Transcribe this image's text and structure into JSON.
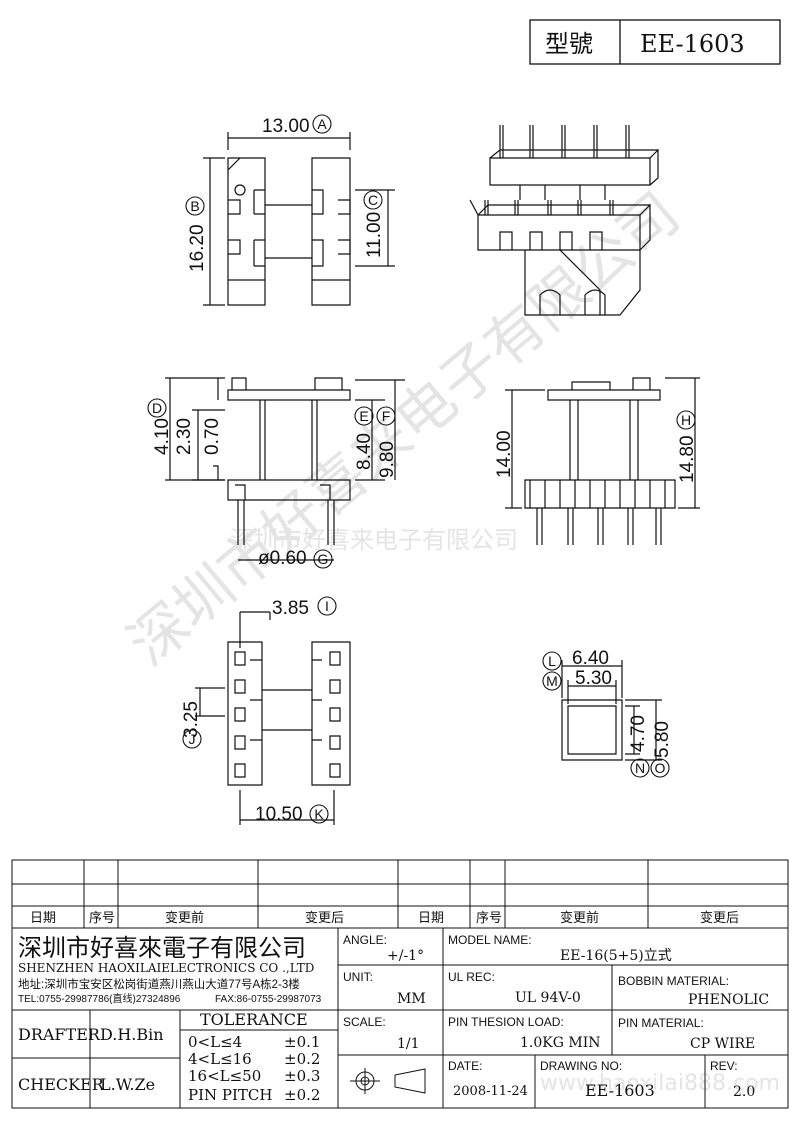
{
  "header": {
    "model_label": "型號",
    "model_value": "EE-1603"
  },
  "dimensions": {
    "A": "13.00",
    "B": "16.20",
    "C": "11.00",
    "D": "4.10",
    "d230": "2.30",
    "d070": "0.70",
    "E": "8.40",
    "F": "9.80",
    "G": "ø0.60",
    "d1400": "14.00",
    "H": "14.80",
    "I": "3.85",
    "J": "3.25",
    "K": "10.50",
    "L": "6.40",
    "M": "5.30",
    "N": "4.70",
    "O": "5.80"
  },
  "circle_letters": [
    "A",
    "B",
    "C",
    "D",
    "E",
    "F",
    "G",
    "H",
    "I",
    "J",
    "K",
    "L",
    "M",
    "N",
    "O"
  ],
  "watermark": {
    "diagonal": "深圳市好喜来电子有限公司",
    "center": "深圳市好喜来电子有限公司",
    "website": "www.haoxilai888.com"
  },
  "revision_table": {
    "headers": [
      "日期",
      "序号",
      "变更前",
      "变更后",
      "日期",
      "序号",
      "变更前",
      "变更后"
    ]
  },
  "company": {
    "name_cn": "深圳市好喜來電子有限公司",
    "name_en": "SHENZHEN HAOXILAIELECTRONICS CO .,LTD",
    "address": "地址:深圳市宝安区松岗街道燕川燕山大道77号A栋2-3楼",
    "tel": "TEL:0755-29987786(直线)27324896",
    "fax": "FAX:86-0755-29987073"
  },
  "title_block": {
    "angle_label": "ANGLE:",
    "angle_value": "+/-1°",
    "model_name_label": "MODEL NAME:",
    "model_name_value": "EE-16(5+5)立式",
    "unit_label": "UNIT:",
    "unit_value": "MM",
    "ul_label": "UL REC:",
    "ul_value": "UL 94V-0",
    "bobbin_label": "BOBBIN MATERIAL:",
    "bobbin_value": "PHENOLIC",
    "scale_label": "SCALE:",
    "scale_value": "1/1",
    "pin_load_label": "PIN THESION LOAD:",
    "pin_load_value": "1.0KG MIN",
    "pin_mat_label": "PIN MATERIAL:",
    "pin_mat_value": "CP  WIRE",
    "date_label": "DATE:",
    "date_value": "2008-11-24",
    "drawing_label": "DRAWING NO:",
    "drawing_value": "EE-1603",
    "rev_label": "REV:",
    "rev_value": "2.0",
    "drafter_label": "DRAFTER",
    "drafter_value": "D.H.Bin",
    "checker_label": "CHECKER",
    "checker_value": "L.W.Ze",
    "tolerance_title": "TOLERANCE",
    "tolerance_rows": [
      {
        "range": "0<L≤4",
        "value": "±0.1"
      },
      {
        "range": "4<L≤16",
        "value": "±0.2"
      },
      {
        "range": "16<L≤50",
        "value": "±0.3"
      },
      {
        "range": "PIN PITCH",
        "value": "±0.2"
      }
    ]
  }
}
